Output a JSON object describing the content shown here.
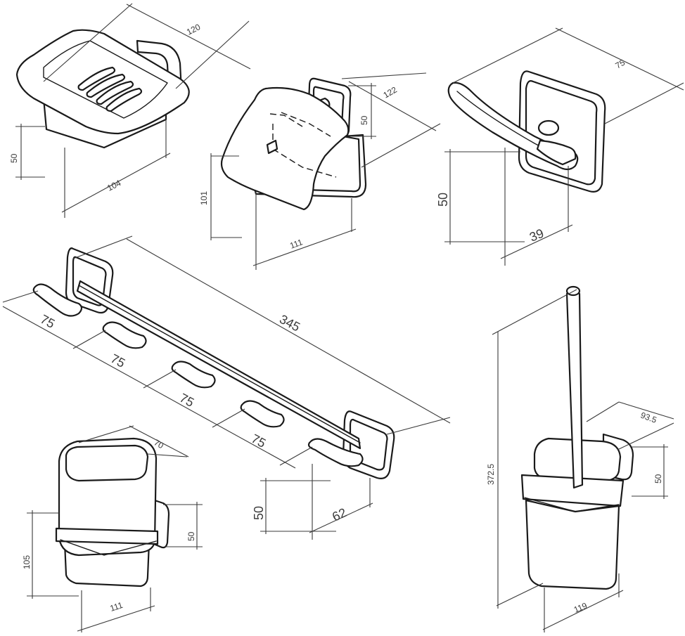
{
  "dimensions": {
    "soap_dish": {
      "width": "120",
      "depth": "104",
      "height": "50"
    },
    "paper_holder": {
      "width": "122",
      "projection": "111",
      "height": "101",
      "base": "50"
    },
    "double_hook": {
      "width": "75",
      "projection": "39",
      "height": "50"
    },
    "hook_rail": {
      "length": "345",
      "spacing": [
        "75",
        "75",
        "75",
        "75"
      ],
      "height": "50",
      "projection": "62"
    },
    "tumbler": {
      "width": "70",
      "projection": "111",
      "height": "105",
      "base": "50"
    },
    "toilet_brush": {
      "width": "93.5",
      "projection": "119",
      "height": "372.5",
      "base": "50"
    }
  }
}
